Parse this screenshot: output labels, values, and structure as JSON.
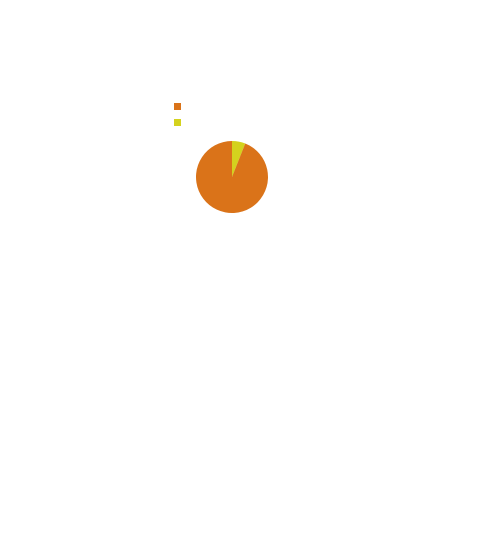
{
  "chart_data": {
    "type": "pie",
    "title": "",
    "legend_position": "top-left",
    "slices": [
      {
        "label": "",
        "value": 94,
        "color": "#DA7319"
      },
      {
        "label": "",
        "value": 6,
        "color": "#D4D21E"
      }
    ]
  },
  "colors": {
    "background": "#ffffff",
    "panel": "#ffffff"
  }
}
